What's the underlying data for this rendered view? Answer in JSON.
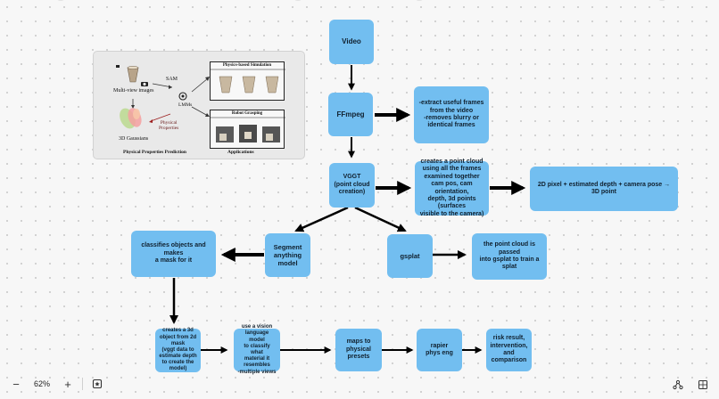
{
  "nodes": {
    "video": "Video",
    "ffmpeg": "FFmpeg",
    "ffmpeg_notes": "-extract useful frames\nfrom the video\n-removes blurry or\nidentical frames",
    "vggt": "VGGT\n(point cloud\ncreation)",
    "pointcloud_notes": "creates a point cloud\nusing all the frames\nexamined together\ncam pos, cam orientation,\ndepth, 3d points (surfaces\nvisible to the camera)",
    "projection": "2D pixel + estimated depth + camera pose → 3D point",
    "segment": "Segment\nanything model",
    "classify": "classifies objects and makes\na mask for it",
    "gsplat": "gsplat",
    "gsplat_notes": "the point cloud is passed\ninto gsplat to train a splat",
    "create3d": "creates a 3d\nobject from 2d\nmask\n(vggt data to\nestimate depth\nto create the\nmodel)",
    "vlm": "use a vision\nlanguage model\nto classify what\nmaterial it\nresembles\n-multiple views",
    "maps": "maps to\nphysical\npresets",
    "rapier": "rapier\nphys eng",
    "risk": "risk result,\nintervention,\nand\ncomparison"
  },
  "figure": {
    "multiview": "Multi-view images",
    "sam": "SAM",
    "lmms": "LMMs",
    "physical": "Physical\nProperties",
    "gaussians": "3D Gaussians",
    "sim_title": "Physics-based Simulation",
    "grasp_title": "Robot Grasping",
    "caption_left": "Physical Properties Prediction",
    "caption_right": "Applications"
  },
  "toolbar": {
    "zoom_out": "−",
    "zoom": "62%",
    "zoom_in": "+"
  },
  "colors": {
    "node": "#72bef0",
    "arrow": "#000000",
    "background": "#f7f7f7"
  },
  "icons": [
    "minus-icon",
    "plus-icon",
    "frame-icon",
    "share-icon",
    "panel-icon",
    "camera-icon",
    "openai-icon"
  ]
}
